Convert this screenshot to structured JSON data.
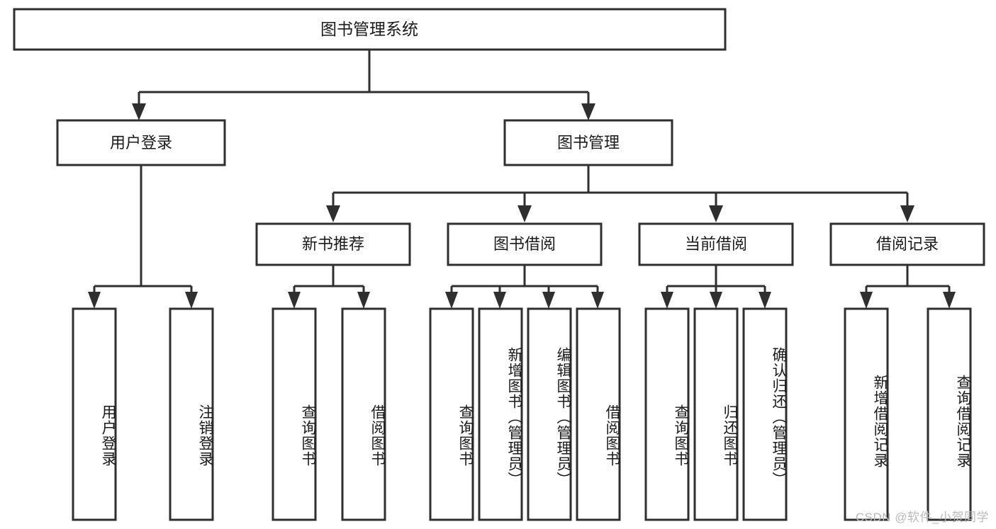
{
  "diagram": {
    "title": "图书管理系统",
    "type": "tree-hierarchy-diagram",
    "colors": {
      "box_stroke": "#2f2f2f",
      "box_fill": "#ffffff",
      "text": "#1a1a1a",
      "connector": "#2f2f2f",
      "background": "#ffffff",
      "watermark": "#b9b9b9"
    },
    "root": {
      "label": "图书管理系统"
    },
    "level2": [
      {
        "label": "用户登录"
      },
      {
        "label": "图书管理"
      }
    ],
    "level3": [
      {
        "label": "新书推荐"
      },
      {
        "label": "图书借阅"
      },
      {
        "label": "当前借阅"
      },
      {
        "label": "借阅记录"
      }
    ],
    "leaves": {
      "user_login": [
        {
          "label": "用户登录"
        },
        {
          "label": "注销登录"
        }
      ],
      "new_book_recommend": [
        {
          "label": "查询图书"
        },
        {
          "label": "借阅图书"
        }
      ],
      "book_borrow": [
        {
          "label": "查询图书"
        },
        {
          "label": "新增图书（管理员）"
        },
        {
          "label": "编辑图书（管理员）"
        },
        {
          "label": "借阅图书"
        }
      ],
      "current_borrow": [
        {
          "label": "查询图书"
        },
        {
          "label": "归还图书"
        },
        {
          "label": "确认归还（管理员）"
        }
      ],
      "borrow_record": [
        {
          "label": "新增借阅记录"
        },
        {
          "label": "查询借阅记录"
        }
      ]
    }
  },
  "watermark": {
    "text": "CSDN @软件_小贺同学"
  }
}
